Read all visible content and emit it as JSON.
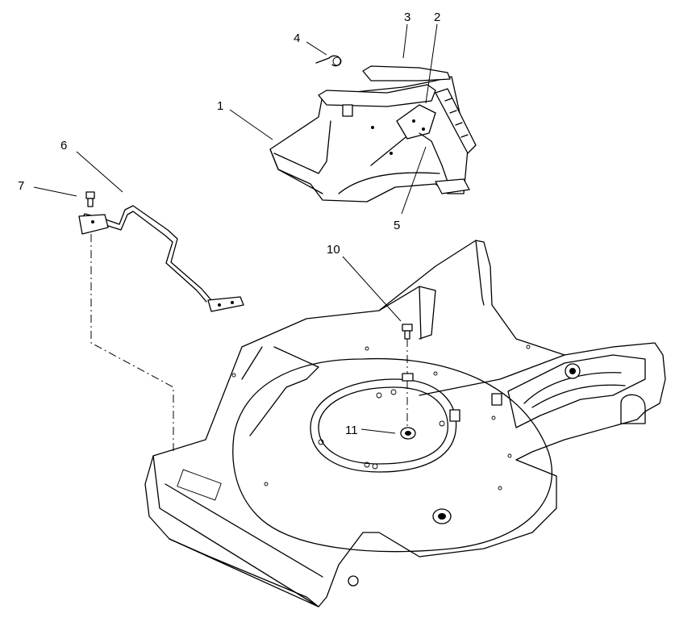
{
  "callouts": [
    {
      "id": "1",
      "label": "1"
    },
    {
      "id": "2",
      "label": "2"
    },
    {
      "id": "3",
      "label": "3"
    },
    {
      "id": "4",
      "label": "4"
    },
    {
      "id": "5",
      "label": "5"
    },
    {
      "id": "6",
      "label": "6"
    },
    {
      "id": "7",
      "label": "7"
    },
    {
      "id": "10",
      "label": "10"
    },
    {
      "id": "11",
      "label": "11"
    }
  ],
  "colors": {
    "line": "#000000",
    "background": "#ffffff"
  }
}
